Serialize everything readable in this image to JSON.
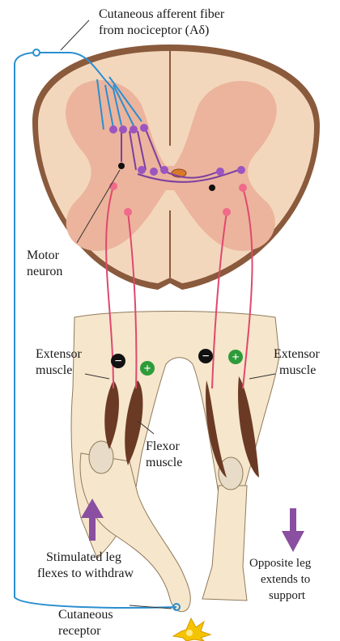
{
  "labels": {
    "afferent_line1": "Cutaneous afferent fiber",
    "afferent_line2": "from nociceptor (Aδ)",
    "motor_line1": "Motor",
    "motor_line2": "neuron",
    "extensor_left_line1": "Extensor",
    "extensor_left_line2": "muscle",
    "extensor_right_line1": "Extensor",
    "extensor_right_line2": "muscle",
    "flexor_line1": "Flexor",
    "flexor_line2": "muscle",
    "stim_line1": "Stimulated leg",
    "stim_line2": "flexes to withdraw",
    "opp_line1": "Opposite leg",
    "opp_line2": "extends to",
    "opp_line3": "support",
    "receptor_line1": "Cutaneous",
    "receptor_line2": "receptor"
  },
  "signs": {
    "inhibitory": "−",
    "excitatory": "+"
  },
  "colors": {
    "afferent_fiber": "#2a8fd0",
    "interneuron": "#7b3fa0",
    "motor_axon": "#e0486e",
    "spinal_white_matter": "#f3d7bd",
    "spinal_gray_matter": "#ecb49c",
    "skin": "#f6e6cc",
    "muscle": "#6b3a24",
    "arrow": "#8a4fa0",
    "inhibit_sign": "#111111",
    "excite_sign": "#2e9b3a"
  }
}
